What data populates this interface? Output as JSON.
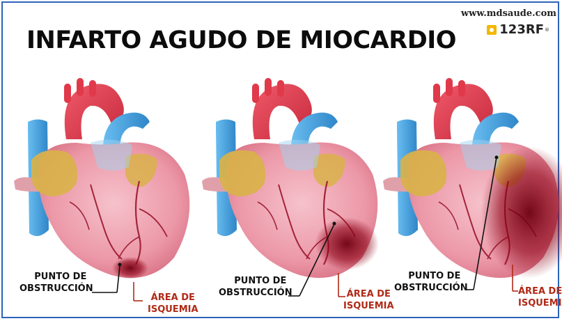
{
  "watermark": {
    "site": "www.mdsaude.com",
    "brand": "123RF",
    "brand_mark": "®"
  },
  "title": "INFARTO AGUDO DE MIOCARDIO",
  "panels": [
    {
      "obstruction_label": [
        "PUNTO DE",
        "OBSTRUCCIÓN"
      ],
      "ischemia_label": [
        "ÁREA DE",
        "ISQUEMIA"
      ]
    },
    {
      "obstruction_label": [
        "PUNTO DE",
        "OBSTRUCCIÓN"
      ],
      "ischemia_label": [
        "ÁREA DE",
        "ISQUEMIA"
      ]
    },
    {
      "obstruction_label": [
        "PUNTO DE",
        "OBSTRUCCIÓN"
      ],
      "ischemia_label": [
        "ÁREA DE",
        "ISQUEMIA"
      ]
    }
  ],
  "colors": {
    "frame": "#2d63b8",
    "aorta": "#e0394a",
    "vein": "#4fa9e0",
    "myocardium": "#f2a8b4",
    "atrium": "#d9b24a",
    "vessel": "#a2233a",
    "ischemia": "#8b0014",
    "ischemia_label": "#b02a17"
  },
  "icons": [
    "heart-illustration",
    "123rf-logo-icon"
  ]
}
